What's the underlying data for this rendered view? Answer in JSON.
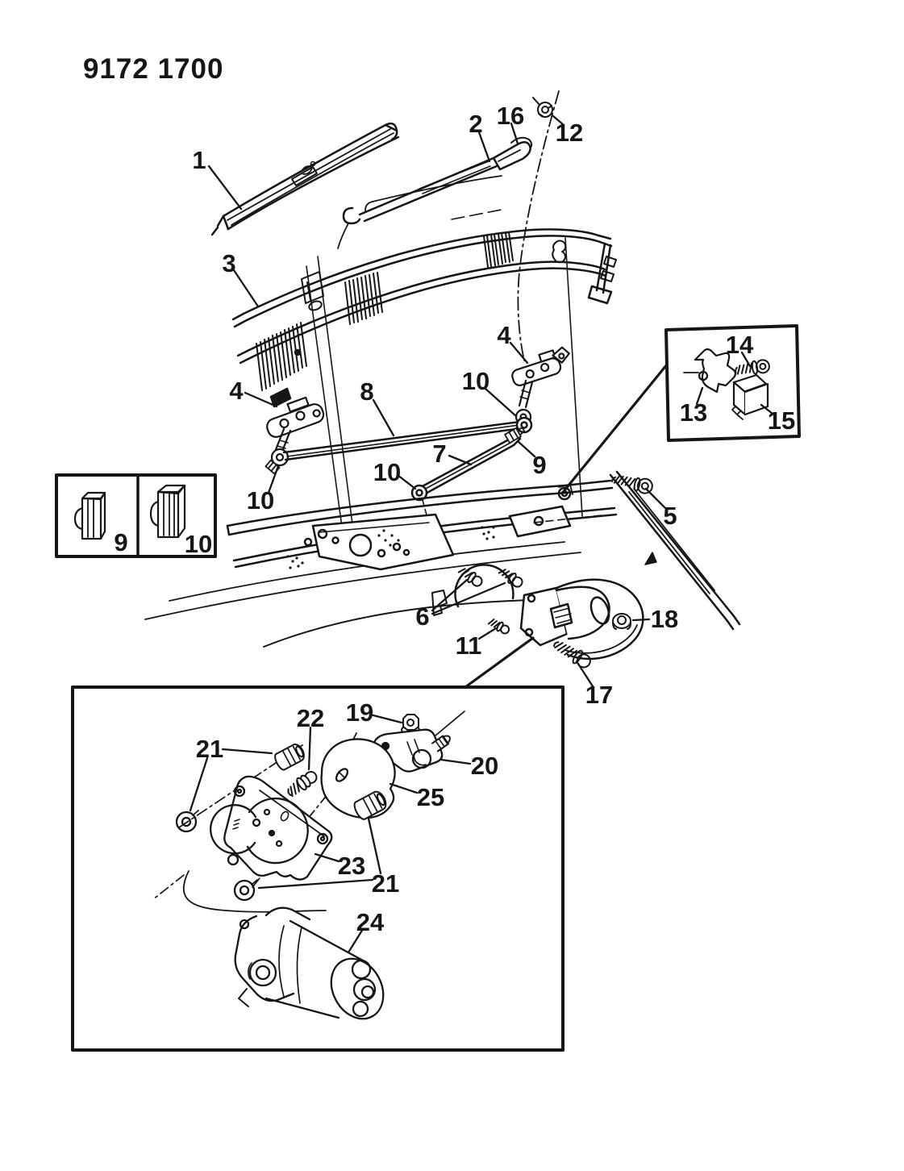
{
  "header": {
    "id": "9172 1700"
  },
  "colors": {
    "ink": "#161616",
    "paper": "#ffffff"
  },
  "callouts": [
    {
      "part": "wiper-blade",
      "text": "1"
    },
    {
      "part": "wiper-arm",
      "text": "2"
    },
    {
      "part": "arm-pivot-cap",
      "text": "16"
    },
    {
      "part": "pivot-nut",
      "text": "12"
    },
    {
      "part": "cowl-grille",
      "text": "3"
    },
    {
      "part": "pivot-assembly-left",
      "text": "4"
    },
    {
      "part": "pivot-assembly-right",
      "text": "4"
    },
    {
      "part": "connecting-rod",
      "text": "8"
    },
    {
      "part": "bushing-upper-right",
      "text": "10"
    },
    {
      "part": "drive-link",
      "text": "7"
    },
    {
      "part": "bushing-right",
      "text": "9"
    },
    {
      "part": "bushing-mid",
      "text": "10"
    },
    {
      "part": "bushing-left",
      "text": "10"
    },
    {
      "part": "inset-bracket",
      "text": "13"
    },
    {
      "part": "inset-screw",
      "text": "14"
    },
    {
      "part": "inset-connector",
      "text": "15"
    },
    {
      "part": "inset-bushing-9",
      "text": "9"
    },
    {
      "part": "inset-bushing-10",
      "text": "10"
    },
    {
      "part": "cowl-screw",
      "text": "5"
    },
    {
      "part": "plenum-screws",
      "text": "6"
    },
    {
      "part": "motor-screw",
      "text": "11"
    },
    {
      "part": "motor-nut",
      "text": "18"
    },
    {
      "part": "motor-bolt",
      "text": "17"
    },
    {
      "part": "crank-nut",
      "text": "19"
    },
    {
      "part": "mount-stud",
      "text": "22"
    },
    {
      "part": "grommet-upper",
      "text": "21"
    },
    {
      "part": "crank-arm",
      "text": "20"
    },
    {
      "part": "gasket-plate",
      "text": "25"
    },
    {
      "part": "mount-bracket",
      "text": "23"
    },
    {
      "part": "grommet-lower",
      "text": "21"
    },
    {
      "part": "wiper-motor",
      "text": "24"
    }
  ]
}
